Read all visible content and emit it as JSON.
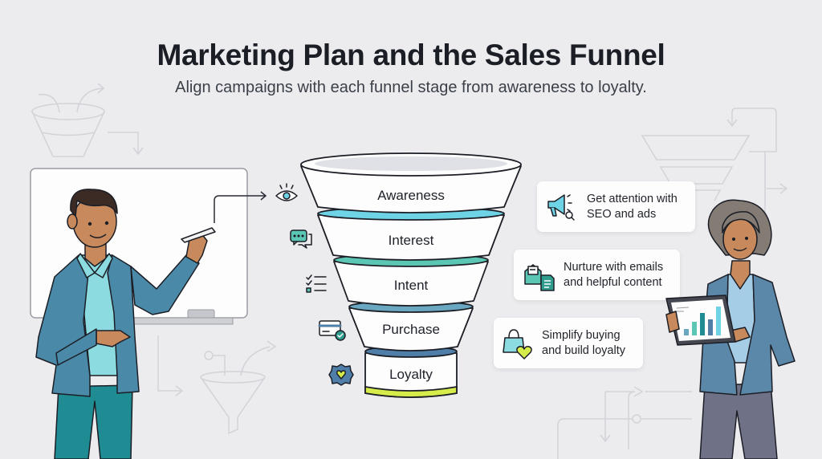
{
  "header": {
    "title": "Marketing Plan and the Sales Funnel",
    "subtitle": "Align campaigns with each funnel stage from awareness to loyalty."
  },
  "funnel": {
    "stages": [
      {
        "label": "Awareness",
        "icon": "eye-icon",
        "band_color": "#6fd3e6"
      },
      {
        "label": "Interest",
        "icon": "chat-bubbles-icon",
        "band_color": "#5cc6b4"
      },
      {
        "label": "Intent",
        "icon": "checklist-icon",
        "band_color": "#6aa8c2"
      },
      {
        "label": "Purchase",
        "icon": "credit-card-check-icon",
        "band_color": "#4f7fa8"
      },
      {
        "label": "Loyalty",
        "icon": "heart-badge-icon",
        "band_color": "#d6ec4a"
      }
    ]
  },
  "cards": [
    {
      "line1": "Get attention with",
      "line2": "SEO and ads",
      "icon": "megaphone-search-icon"
    },
    {
      "line1": "Nurture with emails",
      "line2": "and helpful content",
      "icon": "email-document-icon"
    },
    {
      "line1": "Simplify buying",
      "line2": "and build loyalty",
      "icon": "shopping-bag-heart-icon"
    }
  ],
  "illustrations": {
    "presenter_left": "man-at-whiteboard",
    "presenter_right": "woman-with-tablet-chart",
    "tablet_chart_bars": [
      3,
      5,
      8,
      6,
      10
    ]
  },
  "colors": {
    "background": "#ececef",
    "ink": "#1c1e26",
    "teal": "#5cc6b4",
    "cyan": "#6fd3e6",
    "lime": "#d6ec4a",
    "jacket_blue": "#4a8aa8"
  }
}
